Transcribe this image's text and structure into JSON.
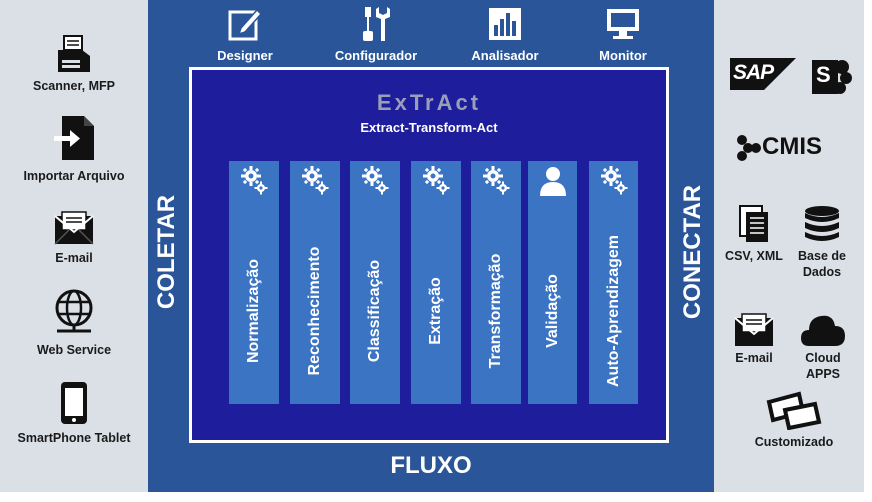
{
  "left_panel": {
    "items": [
      {
        "label": "Scanner, MFP",
        "icon": "scanner-icon"
      },
      {
        "label": "Importar  Arquivo",
        "icon": "import-file-icon"
      },
      {
        "label": "E-mail",
        "icon": "envelope-icon"
      },
      {
        "label": "Web Service",
        "icon": "globe-icon"
      },
      {
        "label": "SmartPhone Tablet",
        "icon": "smartphone-icon"
      }
    ]
  },
  "tools": [
    {
      "label": "Designer",
      "icon": "pencil-edit-icon"
    },
    {
      "label": "Configurador",
      "icon": "wrench-screwdriver-icon"
    },
    {
      "label": "Analisador",
      "icon": "bar-chart-icon"
    },
    {
      "label": "Monitor",
      "icon": "monitor-icon"
    }
  ],
  "core": {
    "title": "ExTrAct",
    "subtitle": "Extract-Transform-Act"
  },
  "stages": [
    {
      "label": "Normalização",
      "icon": "gears-icon"
    },
    {
      "label": "Reconhecimento",
      "icon": "gears-icon"
    },
    {
      "label": "Classificação",
      "icon": "gears-icon"
    },
    {
      "label": "Extração",
      "icon": "gears-icon"
    },
    {
      "label": "Transformação",
      "icon": "gears-icon"
    },
    {
      "label": "Validação",
      "icon": "user-icon"
    },
    {
      "label": "Auto-Aprendizagem",
      "icon": "gears-icon"
    }
  ],
  "side_labels": {
    "left": "COLETAR",
    "right": "CONECTAR",
    "bottom": "FLUXO"
  },
  "right_panel": {
    "logos": {
      "sap": "SAP",
      "sharepoint": "S",
      "cmis": "CMIS"
    },
    "items": [
      {
        "label": "CSV, XML",
        "icon": "documents-icon"
      },
      {
        "label": "Base de Dados",
        "icon": "database-icon"
      },
      {
        "label": "E-mail",
        "icon": "envelope-icon"
      },
      {
        "label": "Cloud APPS",
        "icon": "cloud-icon"
      },
      {
        "label": "Customizado",
        "icon": "custom-frames-icon"
      }
    ]
  },
  "colors": {
    "panel_gray": "#dbe0e6",
    "outer_blue": "#2a5699",
    "inner_navy": "#1e1d9c",
    "stage_blue": "#3b74c3",
    "title_gray": "#9a9fb8"
  }
}
